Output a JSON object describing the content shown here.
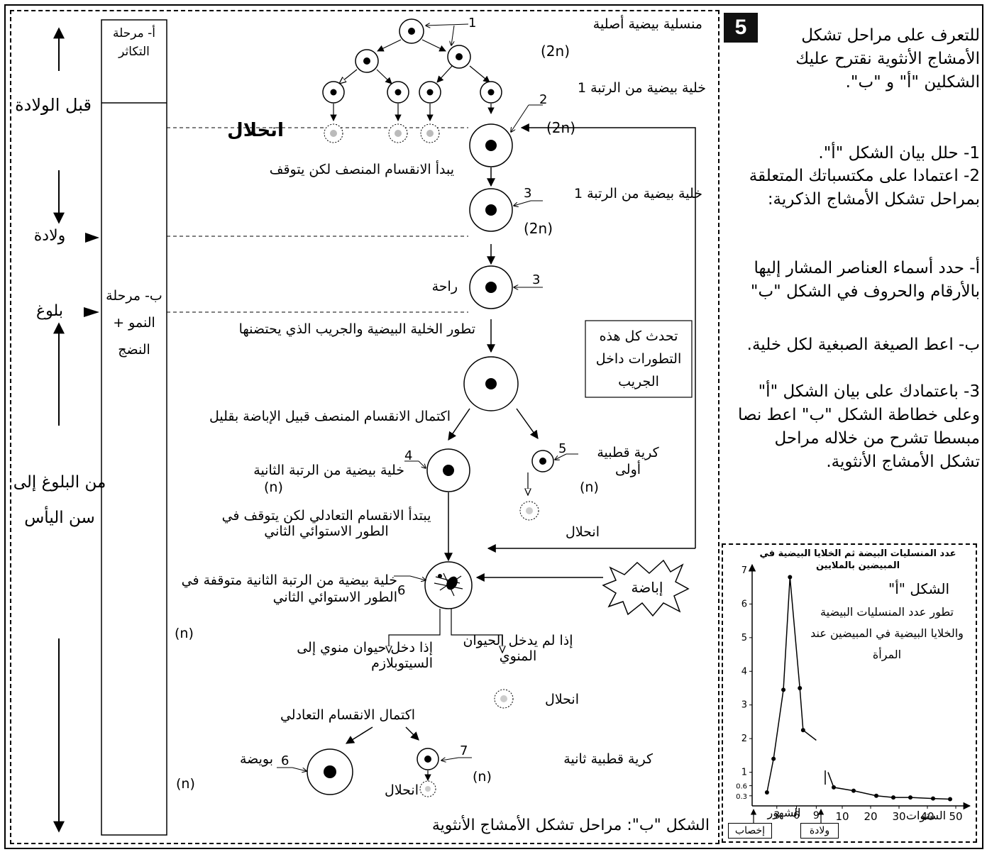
{
  "exercise": {
    "number": "5",
    "intro": "للتعرف على مراحل تشكل الأمشاج الأنثوية نقترح عليك الشكلين \"أ\" و \"ب\".",
    "q1": "1- حلل بيان الشكل \"أ\".",
    "q2": "2- اعتمادا على مكتسباتك المتعلقة بمراحل تشكل الأمشاج الذكرية:",
    "q2a": "أ- حدد أسماء العناصر المشار إليها بالأرقام والحروف في الشكل \"ب\"",
    "q2b": "ب- اعط الصيغة الصبغية لكل خلية.",
    "q3": "3- باعتمادك على بيان الشكل \"أ\" وعلى خطاطة الشكل \"ب\" اعط نصا مبسطا تشرح من خلاله مراحل تشكل الأمشاج الأنثوية."
  },
  "figure_b": {
    "caption": "الشكل \"ب\": مراحل تشكل الأمشاج الأنثوية",
    "timeline": {
      "before_birth": "قبل الولادة",
      "birth": "ولادة",
      "puberty": "بلوغ",
      "from_puberty": "من البلوغ إلى سن اليأس"
    },
    "phases": {
      "a": "أ- مرحلة التكاثر",
      "b": "ب- مرحلة النمو + النضج"
    },
    "labels": {
      "oogonia": "منسلية بيضية أصلية",
      "oocyte1_formed": "خلية بيضية من الرتبة 1",
      "degeneration_word": "انحلال",
      "meiosis_starts": "يبدأ الانقسام المنصف لكن يتوقف",
      "oocyte1": "خلية بيضية من الرتبة 1",
      "rest": "راحة",
      "development": "تطور الخلية البيضية والجريب الذي يحتضنها",
      "meiosis_complete": "اكتمال الانقسام المنصف قبيل الإباضة بقليل",
      "oocyte2": "خلية بيضية من الرتبة الثانية",
      "polar1": "كرية قطبية أولى",
      "degeneration": "انحلال",
      "equational_starts": "يبتدأ الانقسام التعادلي لكن يتوقف في الطور الاستوائي الثاني",
      "oocyte2_arrested": "خلية بيضية من الرتبة الثانية متوقفة في الطور الاستوائي الثاني",
      "ovulation": "إباضة",
      "no_sperm": "إذا لم يدخل الحيوان المنوي",
      "sperm_enters": "إذا دخل حيوان منوي إلى السيتوبلازم",
      "equational_complete": "اكتمال الانقسام التعادلي",
      "ovum": "بويضة",
      "polar2": "كرية قطبية ثانية",
      "follicle_note": "تحدث كل هذه التطورات داخل الجريب"
    },
    "ploidy": {
      "diploid": "(2n)",
      "haploid": "(n)"
    },
    "numbers": [
      "1",
      "2",
      "3",
      "3",
      "4",
      "5",
      "6",
      "6",
      "7"
    ]
  },
  "figure_a": {
    "title": "الشكل \"أ\"",
    "description": "تطور عدد المنسليات البيضية والخلايا البيضية في المبيضين عند المرأة",
    "ylabel": "عدد المنسليات البيضة ثم الخلايا البيضية في المبيضين بالملايين",
    "xlabel_months": "الشهور",
    "xlabel_years": "السنوات",
    "fertilization": "إخصاب",
    "birth": "ولادة",
    "y_ticks": [
      "0.3",
      "0.6",
      "1",
      "2",
      "3",
      "4",
      "5",
      "6",
      "7"
    ],
    "x_ticks_months": [
      "3",
      "6",
      "9"
    ],
    "x_ticks_years": [
      "10",
      "20",
      "30",
      "40",
      "50"
    ]
  },
  "chart_data": {
    "type": "line",
    "title": "",
    "ylabel": "عدد المنسليات البيضة ثم الخلايا البيضية في المبيضين بالملايين",
    "ylim": [
      0,
      7
    ],
    "series": [
      {
        "name": "months",
        "x": [
          1.5,
          2.5,
          4,
          5,
          6.5,
          7,
          9
        ],
        "y": [
          0.4,
          1.4,
          3.45,
          6.8,
          3.5,
          2.25,
          1.95
        ]
      },
      {
        "name": "years",
        "x": [
          7,
          14,
          22,
          28,
          34,
          42,
          48
        ],
        "y": [
          0.55,
          0.45,
          0.3,
          0.25,
          0.25,
          0.22,
          0.2
        ]
      }
    ]
  }
}
